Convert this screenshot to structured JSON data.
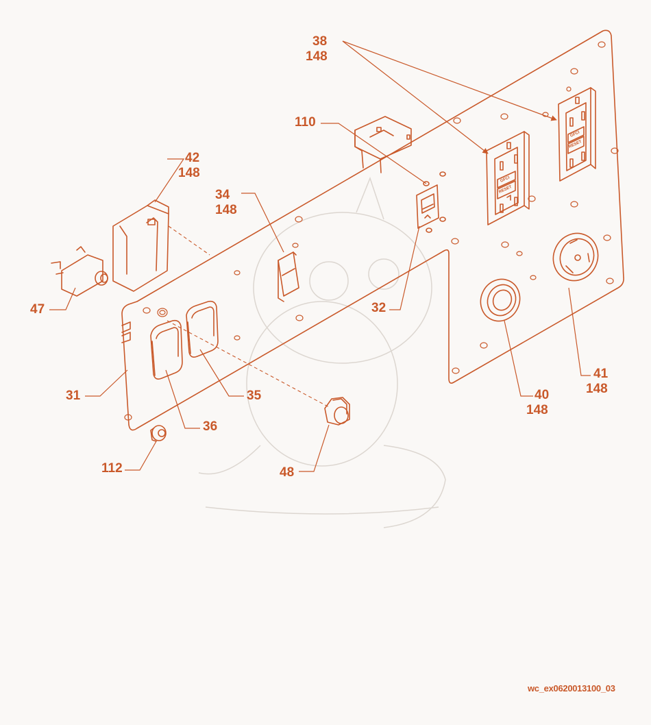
{
  "diagram": {
    "labels": {
      "l38": "38",
      "l38q": "148",
      "l110": "110",
      "l42": "42",
      "l42q": "148",
      "l34": "34",
      "l34q": "148",
      "l47": "47",
      "l32": "32",
      "l31": "31",
      "l35": "35",
      "l36": "36",
      "l40": "40",
      "l40q": "148",
      "l41": "41",
      "l41q": "148",
      "l112": "112",
      "l48": "48"
    },
    "outlet_text": {
      "gfci": "GFCI",
      "reset": "RESET"
    },
    "colors": {
      "line": "#c9592a",
      "background": "#faf8f6",
      "watermark": "#d8d2cc"
    }
  },
  "footer": {
    "code": "wc_ex0620013100_03"
  }
}
